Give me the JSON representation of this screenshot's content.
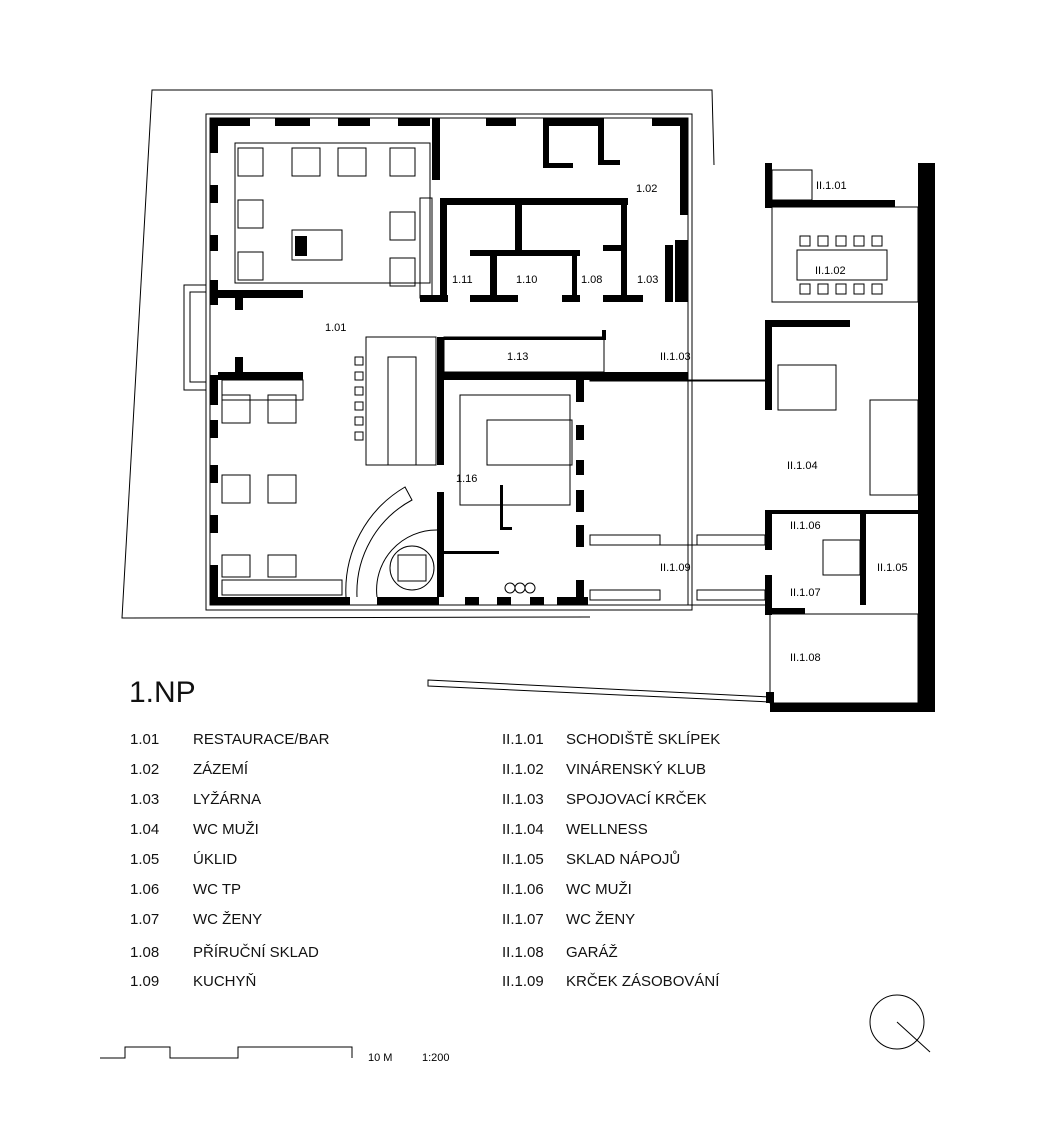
{
  "title": "1.NP",
  "plan_labels": {
    "r101": "1.01",
    "r102": "1.02",
    "r111": "1.11",
    "r110": "1.10",
    "r108": "1.08",
    "r103": "1.03",
    "r113": "1.13",
    "r116": "1.16",
    "ii101": "II.1.01",
    "ii102": "II.1.02",
    "ii103": "II.1.03",
    "ii104": "II.1.04",
    "ii105": "II.1.05",
    "ii106": "II.1.06",
    "ii107": "II.1.07",
    "ii108": "II.1.08",
    "ii109": "II.1.09"
  },
  "legend_left": [
    {
      "code": "1.01",
      "name": "RESTAURACE/BAR"
    },
    {
      "code": "1.02",
      "name": "ZÁZEMÍ"
    },
    {
      "code": "1.03",
      "name": "LYŽÁRNA"
    },
    {
      "code": "1.04",
      "name": "WC MUŽI"
    },
    {
      "code": "1.05",
      "name": "ÚKLID"
    },
    {
      "code": "1.06",
      "name": "WC TP"
    },
    {
      "code": "1.07",
      "name": "WC ŽENY"
    },
    {
      "code": "1.08",
      "name": "PŘÍRUČNÍ SKLAD"
    },
    {
      "code": "1.09",
      "name": "KUCHYŇ"
    }
  ],
  "legend_right": [
    {
      "code": "II.1.01",
      "name": "SCHODIŠTĚ SKLÍPEK"
    },
    {
      "code": "II.1.02",
      "name": "VINÁRENSKÝ KLUB"
    },
    {
      "code": "II.1.03",
      "name": "SPOJOVACÍ KRČEK"
    },
    {
      "code": "II.1.04",
      "name": "WELLNESS"
    },
    {
      "code": "II.1.05",
      "name": "SKLAD NÁPOJŮ"
    },
    {
      "code": "II.1.06",
      "name": "WC MUŽI"
    },
    {
      "code": "II.1.07",
      "name": "WC ŽENY"
    },
    {
      "code": "II.1.08",
      "name": "GARÁŽ"
    },
    {
      "code": "II.1.09",
      "name": "KRČEK ZÁSOBOVÁNÍ"
    }
  ],
  "scale": {
    "length": "10 M",
    "ratio": "1:200"
  }
}
